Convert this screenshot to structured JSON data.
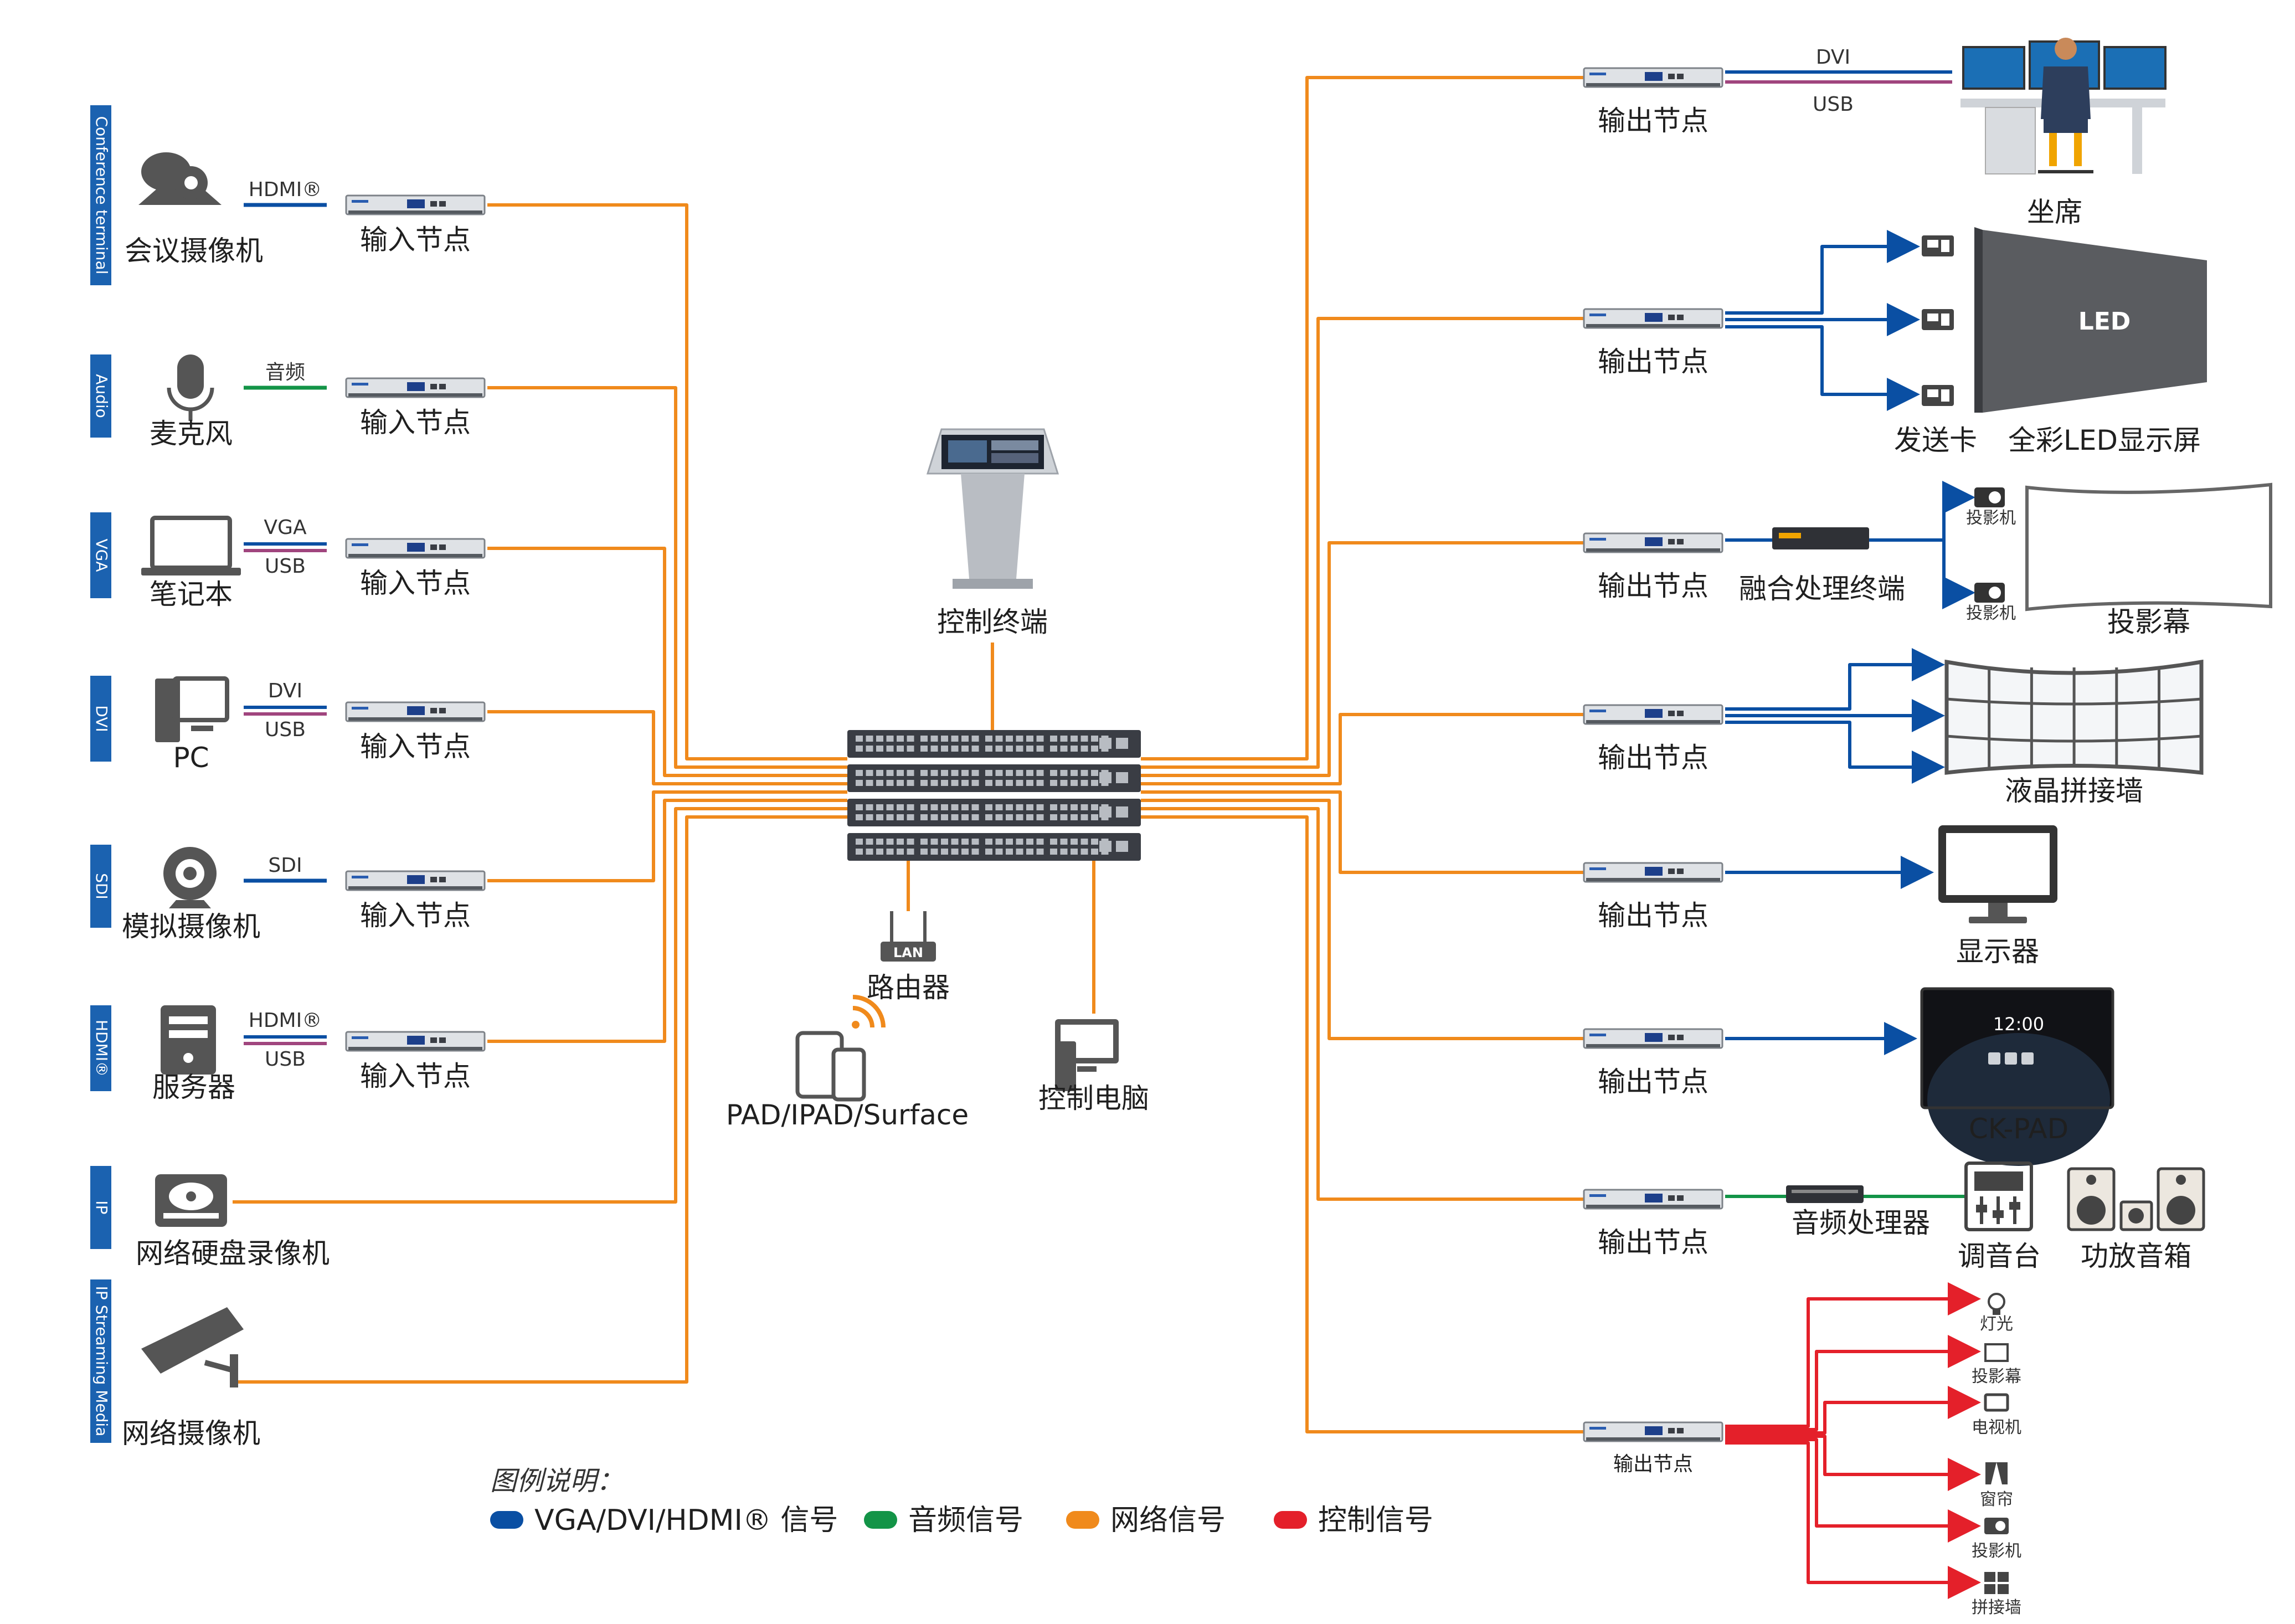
{
  "colors": {
    "video": "#0a4fa3",
    "audio": "#139447",
    "network": "#f08a1c",
    "control": "#e4202a",
    "usb": "#a0457e",
    "category_bar": "#1b62b0"
  },
  "center": {
    "control_terminal": "控制终端",
    "router": "路由器",
    "router_badge": "LAN",
    "pad": "PAD/IPAD/Surface",
    "control_pc": "控制电脑"
  },
  "categories": [
    "Conference terminal",
    "Audio",
    "VGA",
    "DVI",
    "SDI",
    "HDMI®",
    "IP",
    "IP Streaming Media"
  ],
  "inputs": [
    {
      "device": "会议摄像机",
      "node": "输入节点",
      "signals": [
        "HDMI®"
      ],
      "icon": "conference-camera-icon"
    },
    {
      "device": "麦克风",
      "node": "输入节点",
      "signals": [
        "音频"
      ],
      "icon": "microphone-icon"
    },
    {
      "device": "笔记本",
      "node": "输入节点",
      "signals": [
        "VGA",
        "USB"
      ],
      "icon": "laptop-icon"
    },
    {
      "device": "PC",
      "node": "输入节点",
      "signals": [
        "DVI",
        "USB"
      ],
      "icon": "pc-icon"
    },
    {
      "device": "模拟摄像机",
      "node": "输入节点",
      "signals": [
        "SDI"
      ],
      "icon": "webcam-icon"
    },
    {
      "device": "服务器",
      "node": "输入节点",
      "signals": [
        "HDMI®",
        "USB"
      ],
      "icon": "server-icon"
    },
    {
      "device": "网络硬盘录像机",
      "icon": "nvr-icon"
    },
    {
      "device": "网络摄像机",
      "icon": "cctv-camera-icon"
    }
  ],
  "outputs": {
    "node_label": "输出节点",
    "seat": {
      "label": "坐席",
      "signals": [
        "DVI",
        "USB"
      ]
    },
    "led": {
      "card_label": "发送卡",
      "screen_label": "全彩LED显示屏",
      "screen_text": "LED"
    },
    "fusion": {
      "processor_label": "融合处理终端",
      "projector_label": "投影机",
      "screen_label": "投影幕"
    },
    "lcd_wall": {
      "label": "液晶拼接墙"
    },
    "monitor": {
      "label": "显示器"
    },
    "ckpad": {
      "label": "CK-PAD",
      "clock": "12:00"
    },
    "audio": {
      "processor_label": "音频处理器",
      "mixer_label": "调音台",
      "speaker_label": "功放音箱"
    },
    "control_items": [
      "灯光",
      "投影幕",
      "电视机",
      "窗帘",
      "投影机",
      "拼接墙"
    ]
  },
  "legend": {
    "title": "图例说明：",
    "items": [
      {
        "label": "VGA/DVI/HDMI® 信号",
        "color": "#0a4fa3"
      },
      {
        "label": "音频信号",
        "color": "#139447"
      },
      {
        "label": "网络信号",
        "color": "#f08a1c"
      },
      {
        "label": "控制信号",
        "color": "#e4202a"
      }
    ]
  }
}
